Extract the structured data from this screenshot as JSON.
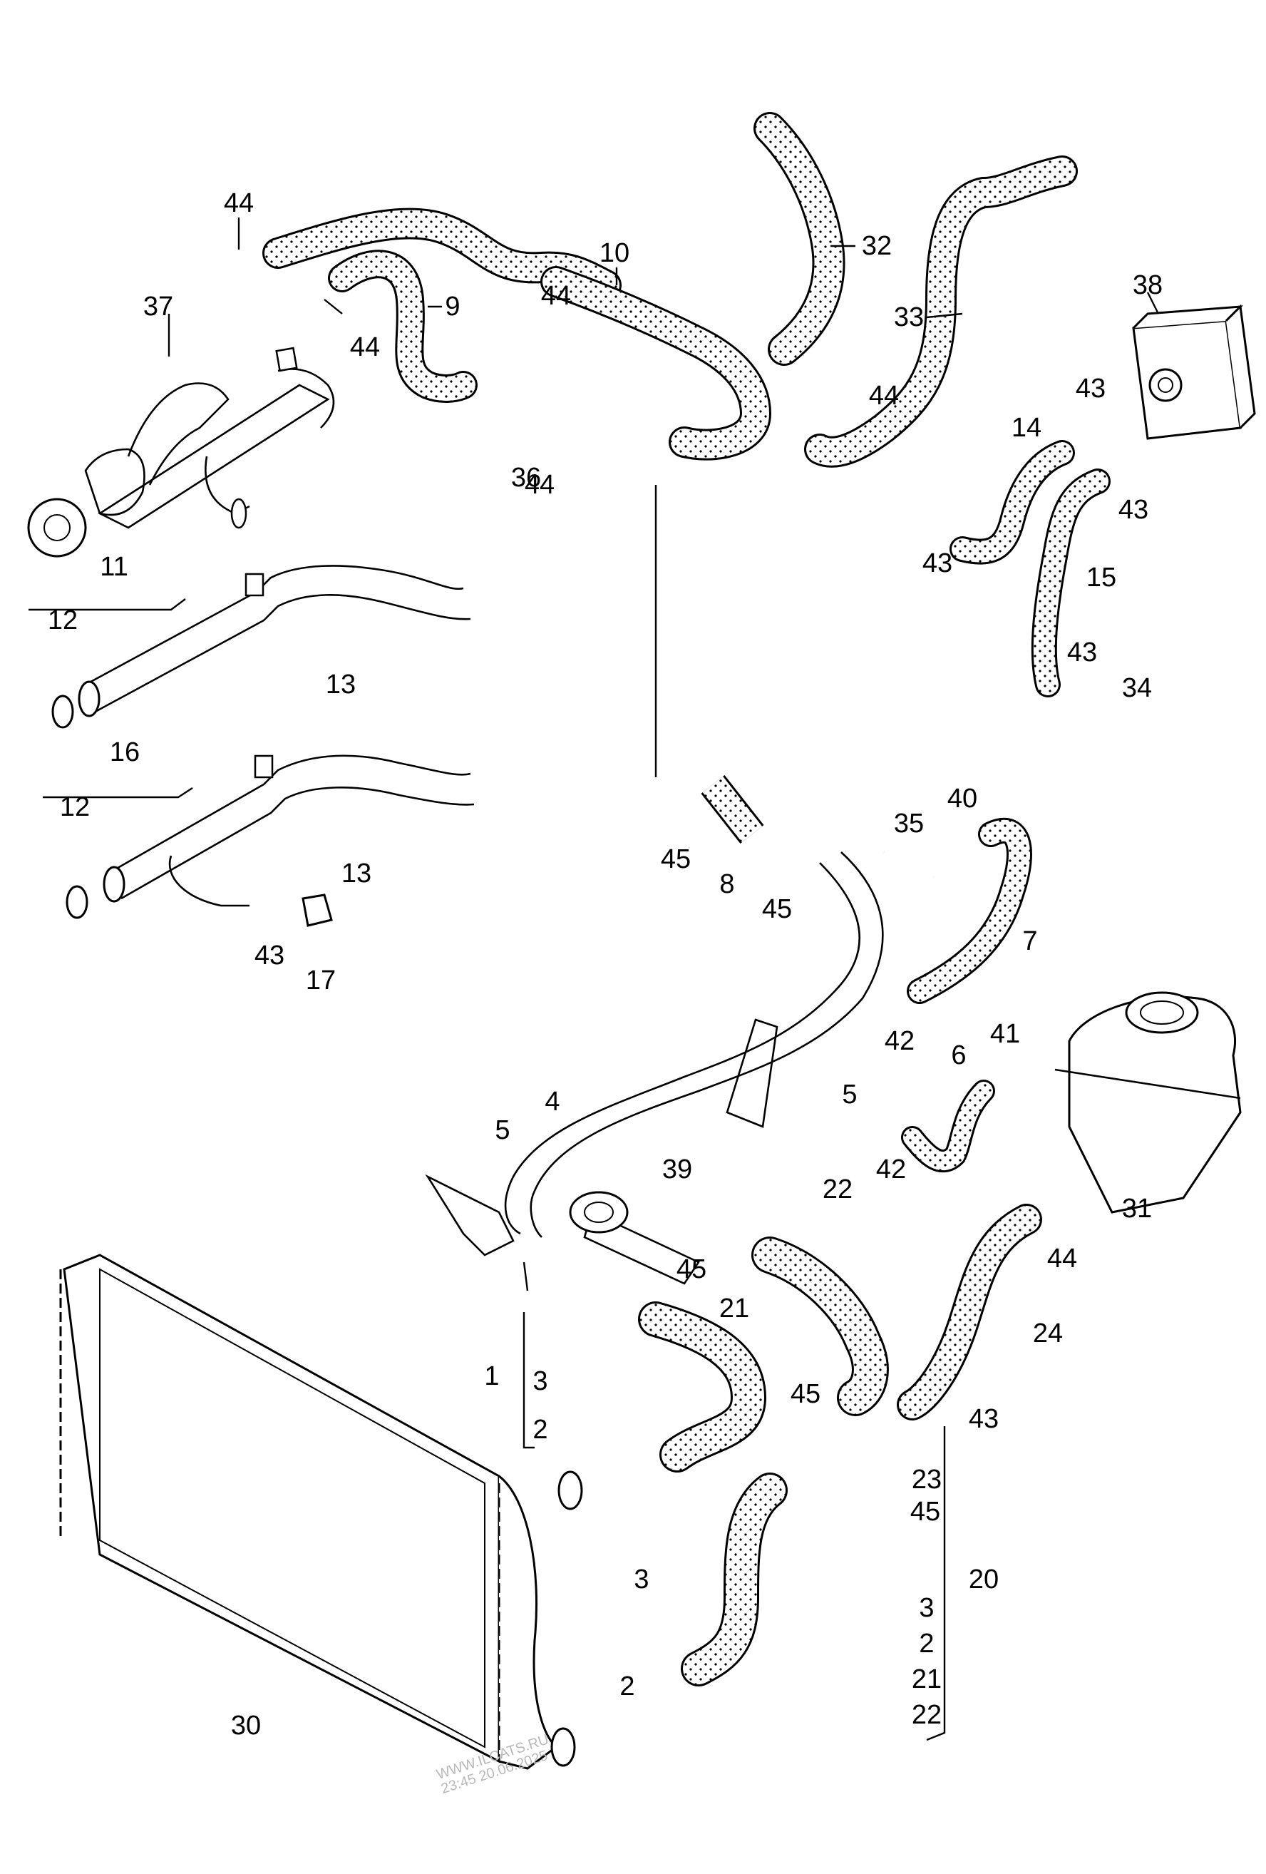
{
  "diagram": {
    "title": "Cooling system hoses and radiator",
    "callouts": [
      {
        "id": "44a",
        "text": "44"
      },
      {
        "id": "37",
        "text": "37"
      },
      {
        "id": "44b",
        "text": "44"
      },
      {
        "id": "9",
        "text": "9"
      },
      {
        "id": "10",
        "text": "10"
      },
      {
        "id": "44c",
        "text": "44"
      },
      {
        "id": "32",
        "text": "32"
      },
      {
        "id": "33",
        "text": "33"
      },
      {
        "id": "38",
        "text": "38"
      },
      {
        "id": "44d",
        "text": "44"
      },
      {
        "id": "36",
        "text": "36"
      },
      {
        "id": "44e",
        "text": "44"
      },
      {
        "id": "43a",
        "text": "43"
      },
      {
        "id": "14",
        "text": "14"
      },
      {
        "id": "43b",
        "text": "43"
      },
      {
        "id": "43c",
        "text": "43"
      },
      {
        "id": "15",
        "text": "15"
      },
      {
        "id": "11",
        "text": "11"
      },
      {
        "id": "12a",
        "text": "12"
      },
      {
        "id": "13a",
        "text": "13"
      },
      {
        "id": "43d",
        "text": "43"
      },
      {
        "id": "34",
        "text": "34"
      },
      {
        "id": "16",
        "text": "16"
      },
      {
        "id": "12b",
        "text": "12"
      },
      {
        "id": "13b",
        "text": "13"
      },
      {
        "id": "45a",
        "text": "45"
      },
      {
        "id": "8",
        "text": "8"
      },
      {
        "id": "45b",
        "text": "45"
      },
      {
        "id": "35",
        "text": "35"
      },
      {
        "id": "40",
        "text": "40"
      },
      {
        "id": "7",
        "text": "7"
      },
      {
        "id": "43e",
        "text": "43"
      },
      {
        "id": "17",
        "text": "17"
      },
      {
        "id": "42a",
        "text": "42"
      },
      {
        "id": "41",
        "text": "41"
      },
      {
        "id": "6",
        "text": "6"
      },
      {
        "id": "4",
        "text": "4"
      },
      {
        "id": "5a",
        "text": "5"
      },
      {
        "id": "5b",
        "text": "5"
      },
      {
        "id": "42b",
        "text": "42"
      },
      {
        "id": "39",
        "text": "39"
      },
      {
        "id": "22a",
        "text": "22"
      },
      {
        "id": "31",
        "text": "31"
      },
      {
        "id": "44f",
        "text": "44"
      },
      {
        "id": "45c",
        "text": "45"
      },
      {
        "id": "21a",
        "text": "21"
      },
      {
        "id": "24",
        "text": "24"
      },
      {
        "id": "1",
        "text": "1"
      },
      {
        "id": "3a",
        "text": "3"
      },
      {
        "id": "45d",
        "text": "45"
      },
      {
        "id": "43f",
        "text": "43"
      },
      {
        "id": "2a",
        "text": "2"
      },
      {
        "id": "23",
        "text": "23"
      },
      {
        "id": "45e",
        "text": "45"
      },
      {
        "id": "20",
        "text": "20"
      },
      {
        "id": "3b",
        "text": "3"
      },
      {
        "id": "3c",
        "text": "3"
      },
      {
        "id": "2b",
        "text": "2"
      },
      {
        "id": "2c",
        "text": "2"
      },
      {
        "id": "21b",
        "text": "21"
      },
      {
        "id": "22b",
        "text": "22"
      },
      {
        "id": "30",
        "text": "30"
      }
    ],
    "watermark": {
      "line1": "WWW.ILCATS.RU",
      "line2": "23:45 20.06.2025"
    }
  }
}
